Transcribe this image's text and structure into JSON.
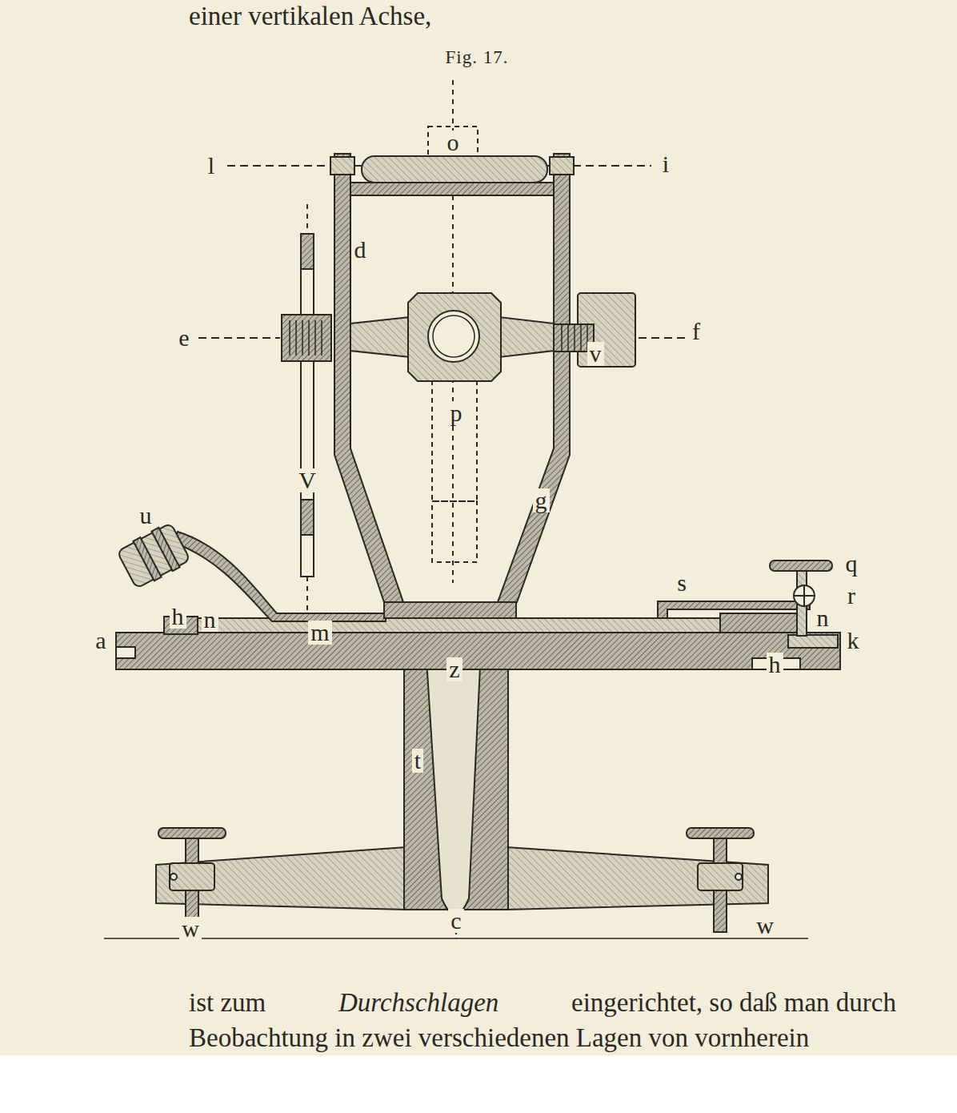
{
  "diagram": {
    "title": "Fig. 17.",
    "labels": [
      "einer vertikalen Achse,",
      "o",
      "l",
      "i",
      "d",
      "e",
      "f",
      "v",
      "p",
      "V",
      "g",
      "u",
      "q",
      "s",
      "r",
      "h",
      "n",
      "m",
      "n",
      "a",
      "k",
      "z",
      "h",
      "t",
      "w",
      "c",
      "w",
      "ist zum",
      "Durchschlagen",
      "eingerichtet, so daß man durch",
      "Beobachtung in zwei verschiedenen Lagen von vornherein"
    ]
  }
}
